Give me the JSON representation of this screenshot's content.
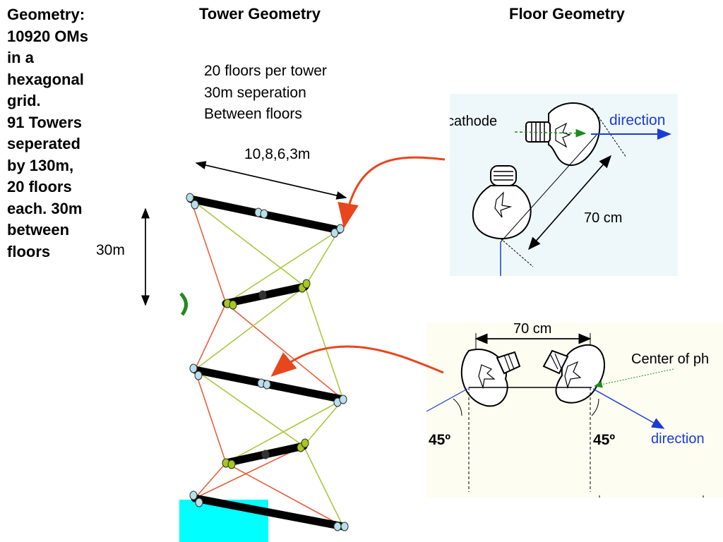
{
  "left_text": {
    "lines": [
      "Geometry:",
      "10920 OMs",
      "in a",
      "hexagonal",
      "grid.",
      "91 Towers",
      "seperated",
      "by 130m,",
      "20 floors",
      "each. 30m",
      "between",
      "floors"
    ]
  },
  "titles": {
    "tower": "Tower Geometry",
    "floor": "Floor Geometry"
  },
  "tower": {
    "info_lines": [
      "20 floors per tower",
      "30m seperation",
      "Between floors"
    ],
    "floor_length_label": "10,8,6,3m",
    "floor_spacing_label": "30m"
  },
  "floor_top_panel": {
    "cathode_label": "cathode",
    "direction_label": "direction",
    "distance_label": "70 cm"
  },
  "floor_bottom_panel": {
    "distance_label": "70 cm",
    "center_label": "Center of ph",
    "angle_left": "45º",
    "angle_right": "45º",
    "direction_label": "direction"
  },
  "colors": {
    "red_cable": "#e8603c",
    "green_cable": "#a8c83c",
    "arrow_red": "#e8461c",
    "direction_blue": "#1a3cd8",
    "arrow_green": "#1f8a1f",
    "om_cyan": "#b8e0ec",
    "om_green": "#a8c81c"
  }
}
